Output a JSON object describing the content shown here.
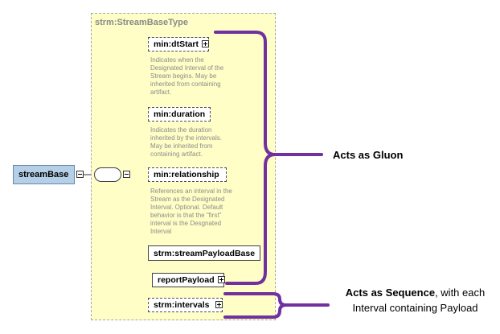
{
  "type_name": "strm:StreamBaseType",
  "root_element": "streamBase",
  "elements": {
    "dtStart": {
      "label": "min:dtStart",
      "description": [
        "Indicates when the",
        "Designated Interval of the",
        "Stream begins. May be",
        "inherited from containing",
        "artifact."
      ]
    },
    "duration": {
      "label": "min:duration",
      "description": [
        "Indicates the duration",
        "inherited by the intervals.",
        "May be inherited from",
        "containing artifact."
      ]
    },
    "relationship": {
      "label": "min:relationship",
      "description": [
        "References an interval in the",
        "Stream as the Designated",
        "Interval. Optional. Default",
        "behavior is that the \"first\"",
        "interval is the Desgnated",
        "Interval"
      ]
    },
    "payloadBase": {
      "label": "strm:streamPayloadBase"
    },
    "reportPayload": {
      "label": "reportPayload"
    },
    "intervals": {
      "label": "strm:intervals"
    }
  },
  "annotations": {
    "gluon": {
      "bold": "Acts as Gluon"
    },
    "sequence": {
      "bold": "Acts as Sequence",
      "rest": ", with each",
      "line2": "Interval containing Payload"
    }
  },
  "colors": {
    "bracket": "#7030a0",
    "type_bg": "#fefec6",
    "root_bg": "#b5cfe6"
  }
}
